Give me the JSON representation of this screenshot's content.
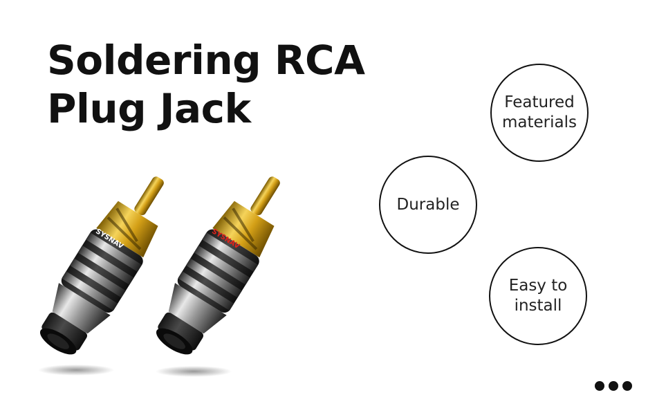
{
  "title": {
    "line1": "Soldering RCA",
    "line2": "Plug Jack"
  },
  "features": [
    {
      "line1": "Featured",
      "line2": "materials"
    },
    {
      "line1": "Durable",
      "line2": ""
    },
    {
      "line1": "Easy to",
      "line2": "install"
    }
  ],
  "product": {
    "brand_logo_text": "SYSNAV",
    "plug_count": 2
  },
  "colors": {
    "text": "#111111",
    "gold": "#d4a017",
    "chrome": "#a8a8a8",
    "brand_red": "#e2231a"
  },
  "more_icon": "more-dots-icon"
}
